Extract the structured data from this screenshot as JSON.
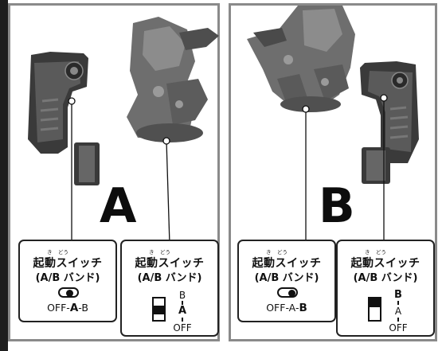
{
  "panel_a": {
    "letter": "A",
    "band_switch_box": {
      "ruby_ki": "き",
      "ruby_dou": "どう",
      "title": "起動スイッチ",
      "subtitle": "(A/B バンド)",
      "modes_prefix": "OFF-",
      "modes_selected": "A",
      "modes_suffix": "-B",
      "selected_mode": "A"
    },
    "power_switch_box": {
      "ruby_ki": "き",
      "ruby_dou": "どう",
      "title": "起動スイッチ",
      "subtitle": "(A/B バンド)",
      "label_top": "B",
      "label_mid": "A",
      "label_bottom": "OFF",
      "selected_position": "A"
    }
  },
  "panel_b": {
    "letter": "B",
    "band_switch_box": {
      "ruby_ki": "き",
      "ruby_dou": "どう",
      "title": "起動スイッチ",
      "subtitle": "(A/B バンド)",
      "modes_prefix": "OFF-A-",
      "modes_selected": "B",
      "selected_mode": "B"
    },
    "power_switch_box": {
      "ruby_ki": "き",
      "ruby_dou": "どう",
      "title": "起動スイッチ",
      "subtitle": "(A/B バンド)",
      "label_top": "B",
      "label_mid": "A",
      "label_bottom": "OFF",
      "selected_position": "B"
    }
  },
  "icons": [
    "controller-grip-icon",
    "robot-figure-icon",
    "toggle-switch-icon",
    "slide-switch-icon"
  ],
  "colors": {
    "frame": "#8a8a8a",
    "ink": "#111111",
    "robot_gray": "#6e6e6e",
    "controller_gray": "#4a4a4a"
  }
}
